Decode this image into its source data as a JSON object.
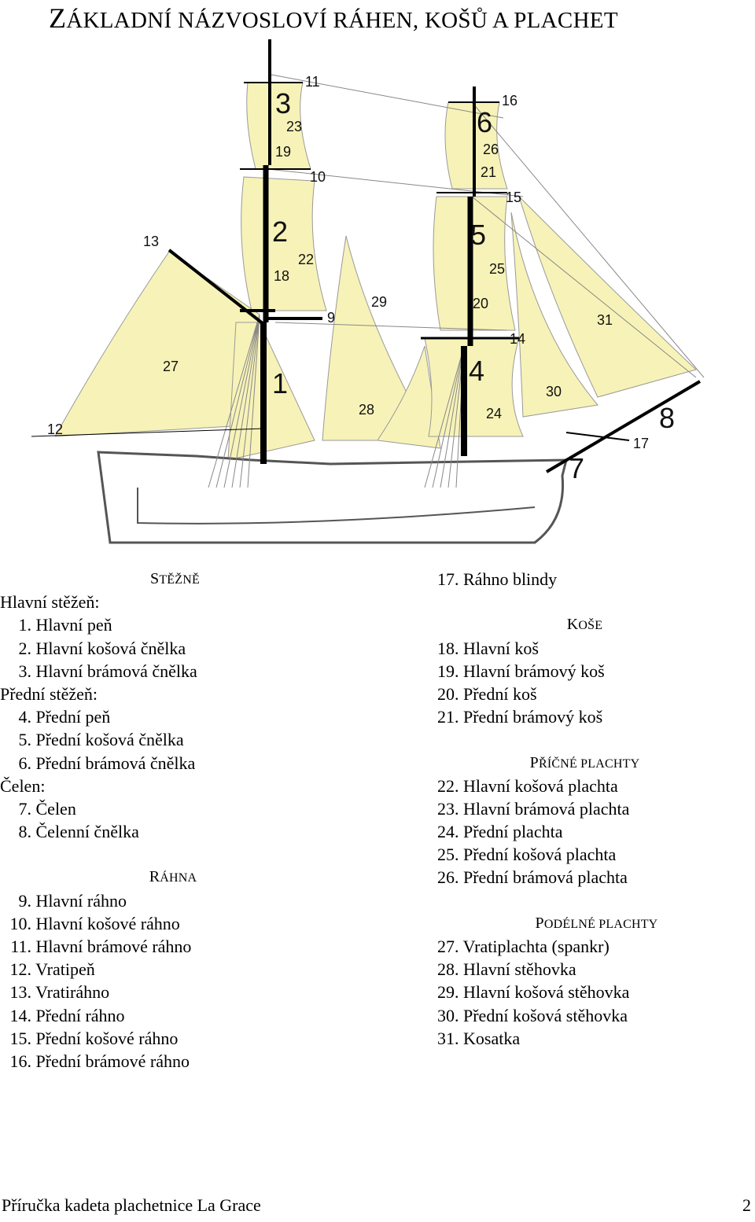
{
  "title": {
    "first": "Z",
    "rest": "ÁKLADNÍ NÁZVOSLOVÍ RÁHEN, KOŠŮ A PLACHET"
  },
  "colors": {
    "sail": "#f7f3b8",
    "mast": "#000000",
    "line": "#777777"
  },
  "diagram_labels": [
    "1",
    "2",
    "3",
    "4",
    "5",
    "6",
    "7",
    "8",
    "9",
    "10",
    "11",
    "12",
    "13",
    "14",
    "15",
    "16",
    "17",
    "18",
    "19",
    "20",
    "21",
    "22",
    "23",
    "24",
    "25",
    "26",
    "27",
    "28",
    "29",
    "30",
    "31"
  ],
  "left": {
    "masts_head_first": "S",
    "masts_head_rest": "TĚŽNĚ",
    "main_mast": "Hlavní stěžeň:",
    "main_items": [
      {
        "n": "1.",
        "t": "Hlavní peň"
      },
      {
        "n": "2.",
        "t": "Hlavní košová čnělka"
      },
      {
        "n": "3.",
        "t": "Hlavní brámová čnělka"
      }
    ],
    "fore_mast": "Přední stěžeň:",
    "fore_items": [
      {
        "n": "4.",
        "t": "Přední peň"
      },
      {
        "n": "5.",
        "t": "Přední košová čnělka"
      },
      {
        "n": "6.",
        "t": "Přední brámová čnělka"
      }
    ],
    "bowsprit": "Čelen:",
    "bow_items": [
      {
        "n": "7.",
        "t": "Čelen"
      },
      {
        "n": "8.",
        "t": "Čelenní čnělka"
      }
    ],
    "yards_head_first": "R",
    "yards_head_rest": "ÁHNA",
    "yard_items": [
      {
        "n": "9.",
        "t": "Hlavní ráhno"
      },
      {
        "n": "10.",
        "t": "Hlavní košové ráhno"
      },
      {
        "n": "11.",
        "t": "Hlavní brámové ráhno"
      },
      {
        "n": "12.",
        "t": "Vratipeň"
      },
      {
        "n": "13.",
        "t": "Vratiráhno"
      },
      {
        "n": "14.",
        "t": "Přední ráhno"
      },
      {
        "n": "15.",
        "t": "Přední košové ráhno"
      },
      {
        "n": "16.",
        "t": "Přední brámové ráhno"
      }
    ]
  },
  "right": {
    "item17": "17. Ráhno blindy",
    "tops_head_first": "K",
    "tops_head_rest": "OŠE",
    "tops_items": [
      "18. Hlavní koš",
      "19. Hlavní brámový koš",
      "20. Přední koš",
      "21. Přední brámový koš"
    ],
    "square_head_first": "P",
    "square_head_rest": "ŘÍČNÉ PLACHTY",
    "square_items": [
      "22. Hlavní košová plachta",
      "23. Hlavní brámová plachta",
      "24. Přední plachta",
      "25. Přední košová plachta",
      "26. Přední brámová plachta"
    ],
    "fa_head_first": "P",
    "fa_head_rest": "ODÉLNÉ PLACHTY",
    "fa_items": [
      "27. Vratiplachta (spankr)",
      "28. Hlavní stěhovka",
      "29. Hlavní košová stěhovka",
      "30. Přední košová stěhovka",
      "31. Kosatka"
    ]
  },
  "footer": {
    "left": "Příručka kadeta plachetnice La Grace",
    "page": "2"
  }
}
